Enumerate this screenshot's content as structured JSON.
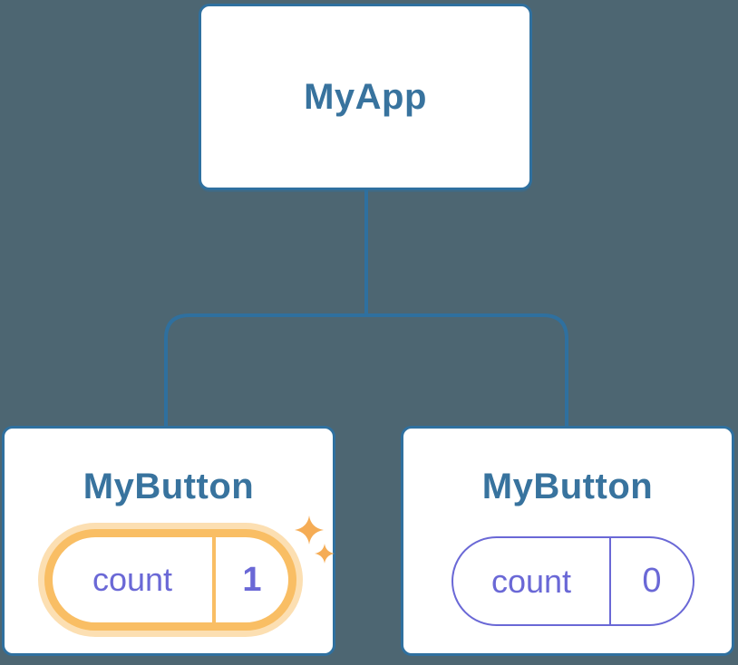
{
  "diagram": {
    "root": {
      "title": "MyApp"
    },
    "children": [
      {
        "title": "MyButton",
        "state_key": "count",
        "state_value": "1",
        "highlighted": true
      },
      {
        "title": "MyButton",
        "state_key": "count",
        "state_value": "0",
        "highlighted": false
      }
    ]
  },
  "icons": {
    "sparkle_large": "four-point-star",
    "sparkle_small": "four-point-star"
  },
  "colors": {
    "background": "#4D6672",
    "card_background": "#FFFFFF",
    "card_border": "#2F709F",
    "title_text": "#38739E",
    "connector_line": "#2F709F",
    "state_purple": "#6A68D6",
    "highlight_ring": "#F9BE64",
    "highlight_halo": "#FCDFB2",
    "sparkle": "#F5AC55"
  }
}
